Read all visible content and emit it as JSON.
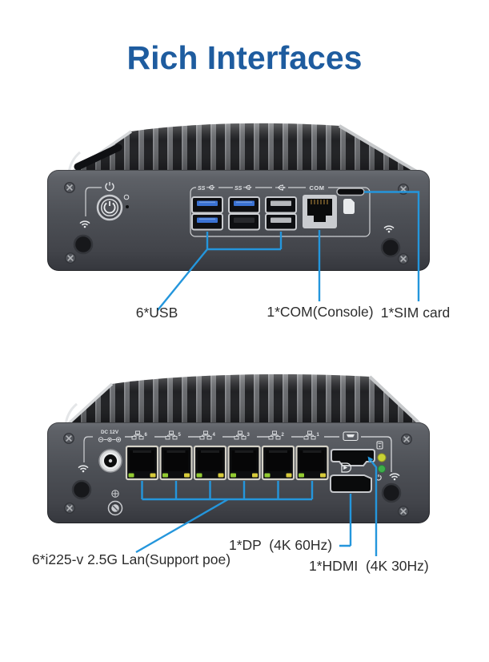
{
  "title": "Rich Interfaces",
  "colors": {
    "title_blue": "#1e5c9f",
    "callout_blue": "#2496dc"
  },
  "top_device": {
    "silkscreen": {
      "usb3_a": "SS",
      "usb3_b": "SS",
      "com": "COM"
    },
    "callouts": {
      "usb": "6*USB",
      "com": "1*COM(Console)",
      "sim": "1*SIM card"
    }
  },
  "bottom_device": {
    "silkscreen": {
      "dc": "DC 12V",
      "lan_numbers": [
        "6",
        "5",
        "4",
        "3",
        "2",
        "1"
      ]
    },
    "callouts": {
      "lan": "6*i225-v 2.5G Lan(Support poe)",
      "dp": "1*DP  (4K 60Hz)",
      "hdmi": "1*HDMI  (4K 30Hz)"
    }
  }
}
